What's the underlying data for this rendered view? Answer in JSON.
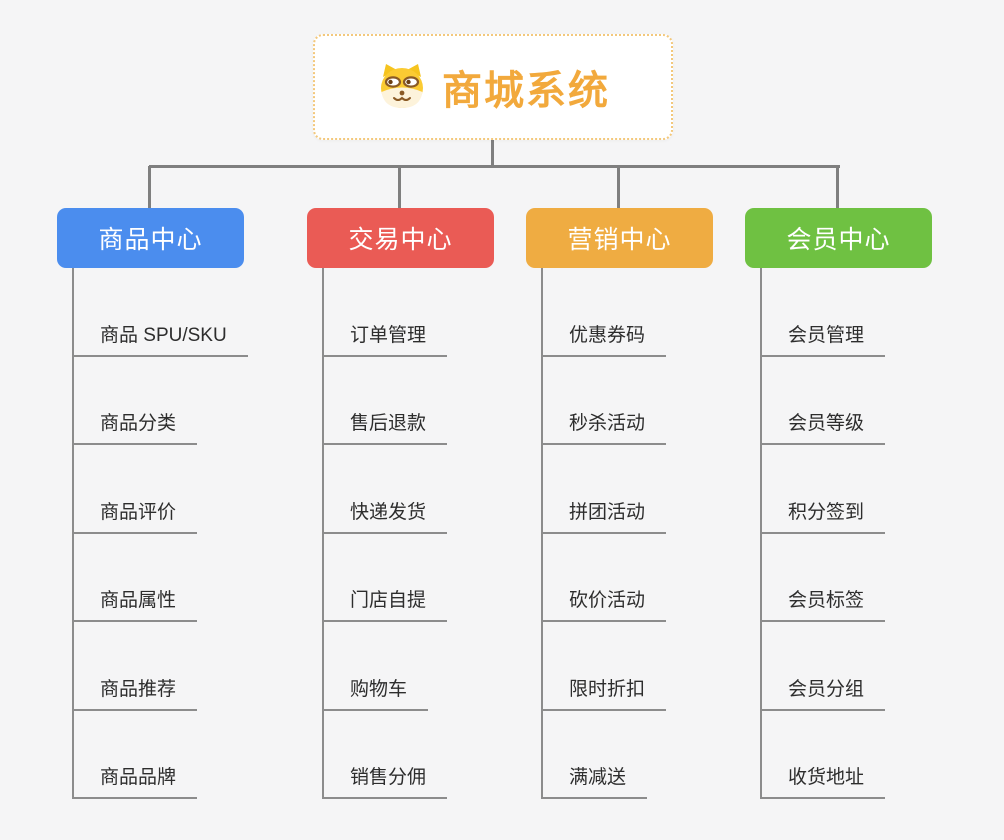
{
  "background_color": "#F5F5F6",
  "colors": {
    "connector": "#7F7F7F",
    "trunk": "#8C8C8C",
    "root_border": "#F3C87C",
    "root_text": "#F2A93C"
  },
  "root": {
    "title": "商城系统",
    "icon": "doge-icon"
  },
  "branches": [
    {
      "label": "商品中心",
      "color": "#4B8DEE",
      "children": [
        "商品 SPU/SKU",
        "商品分类",
        "商品评价",
        "商品属性",
        "商品推荐",
        "商品品牌"
      ]
    },
    {
      "label": "交易中心",
      "color": "#EA5B55",
      "children": [
        "订单管理",
        "售后退款",
        "快递发货",
        "门店自提",
        "购物车",
        "销售分佣"
      ]
    },
    {
      "label": "营销中心",
      "color": "#EFAC42",
      "children": [
        "优惠券码",
        "秒杀活动",
        "拼团活动",
        "砍价活动",
        "限时折扣",
        "满减送"
      ]
    },
    {
      "label": "会员中心",
      "color": "#6FC142",
      "children": [
        "会员管理",
        "会员等级",
        "积分签到",
        "会员标签",
        "会员分组",
        "收货地址"
      ]
    }
  ]
}
